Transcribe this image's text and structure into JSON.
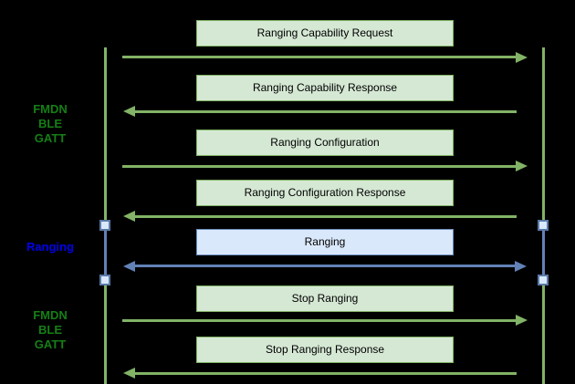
{
  "colors": {
    "background": "#000000",
    "green_stroke": "#82b366",
    "green_fill": "#d5e8d4",
    "blue_stroke": "#6281b6",
    "blue_box_border": "#6c8ebf",
    "blue_fill": "#dae8fc",
    "square_border": "#5b79a5",
    "green_label_text": "#157f15",
    "blue_label_text": "#0000ee",
    "box_text": "#000000"
  },
  "side_labels": {
    "top": {
      "text": "FMDN\nBLE\nGATT"
    },
    "middle": {
      "text": "Ranging"
    },
    "bottom": {
      "text": "FMDN\nBLE\nGATT"
    }
  },
  "messages": [
    {
      "label": "Ranging Capability Request",
      "direction": "right",
      "color": "green"
    },
    {
      "label": "Ranging Capability Response",
      "direction": "left",
      "color": "green"
    },
    {
      "label": "Ranging Configuration",
      "direction": "right",
      "color": "green"
    },
    {
      "label": "Ranging Configuration Response",
      "direction": "left",
      "color": "green"
    },
    {
      "label": "Ranging",
      "direction": "both",
      "color": "blue"
    },
    {
      "label": "Stop Ranging",
      "direction": "right",
      "color": "green"
    },
    {
      "label": "Stop Ranging Response",
      "direction": "left",
      "color": "green"
    }
  ]
}
